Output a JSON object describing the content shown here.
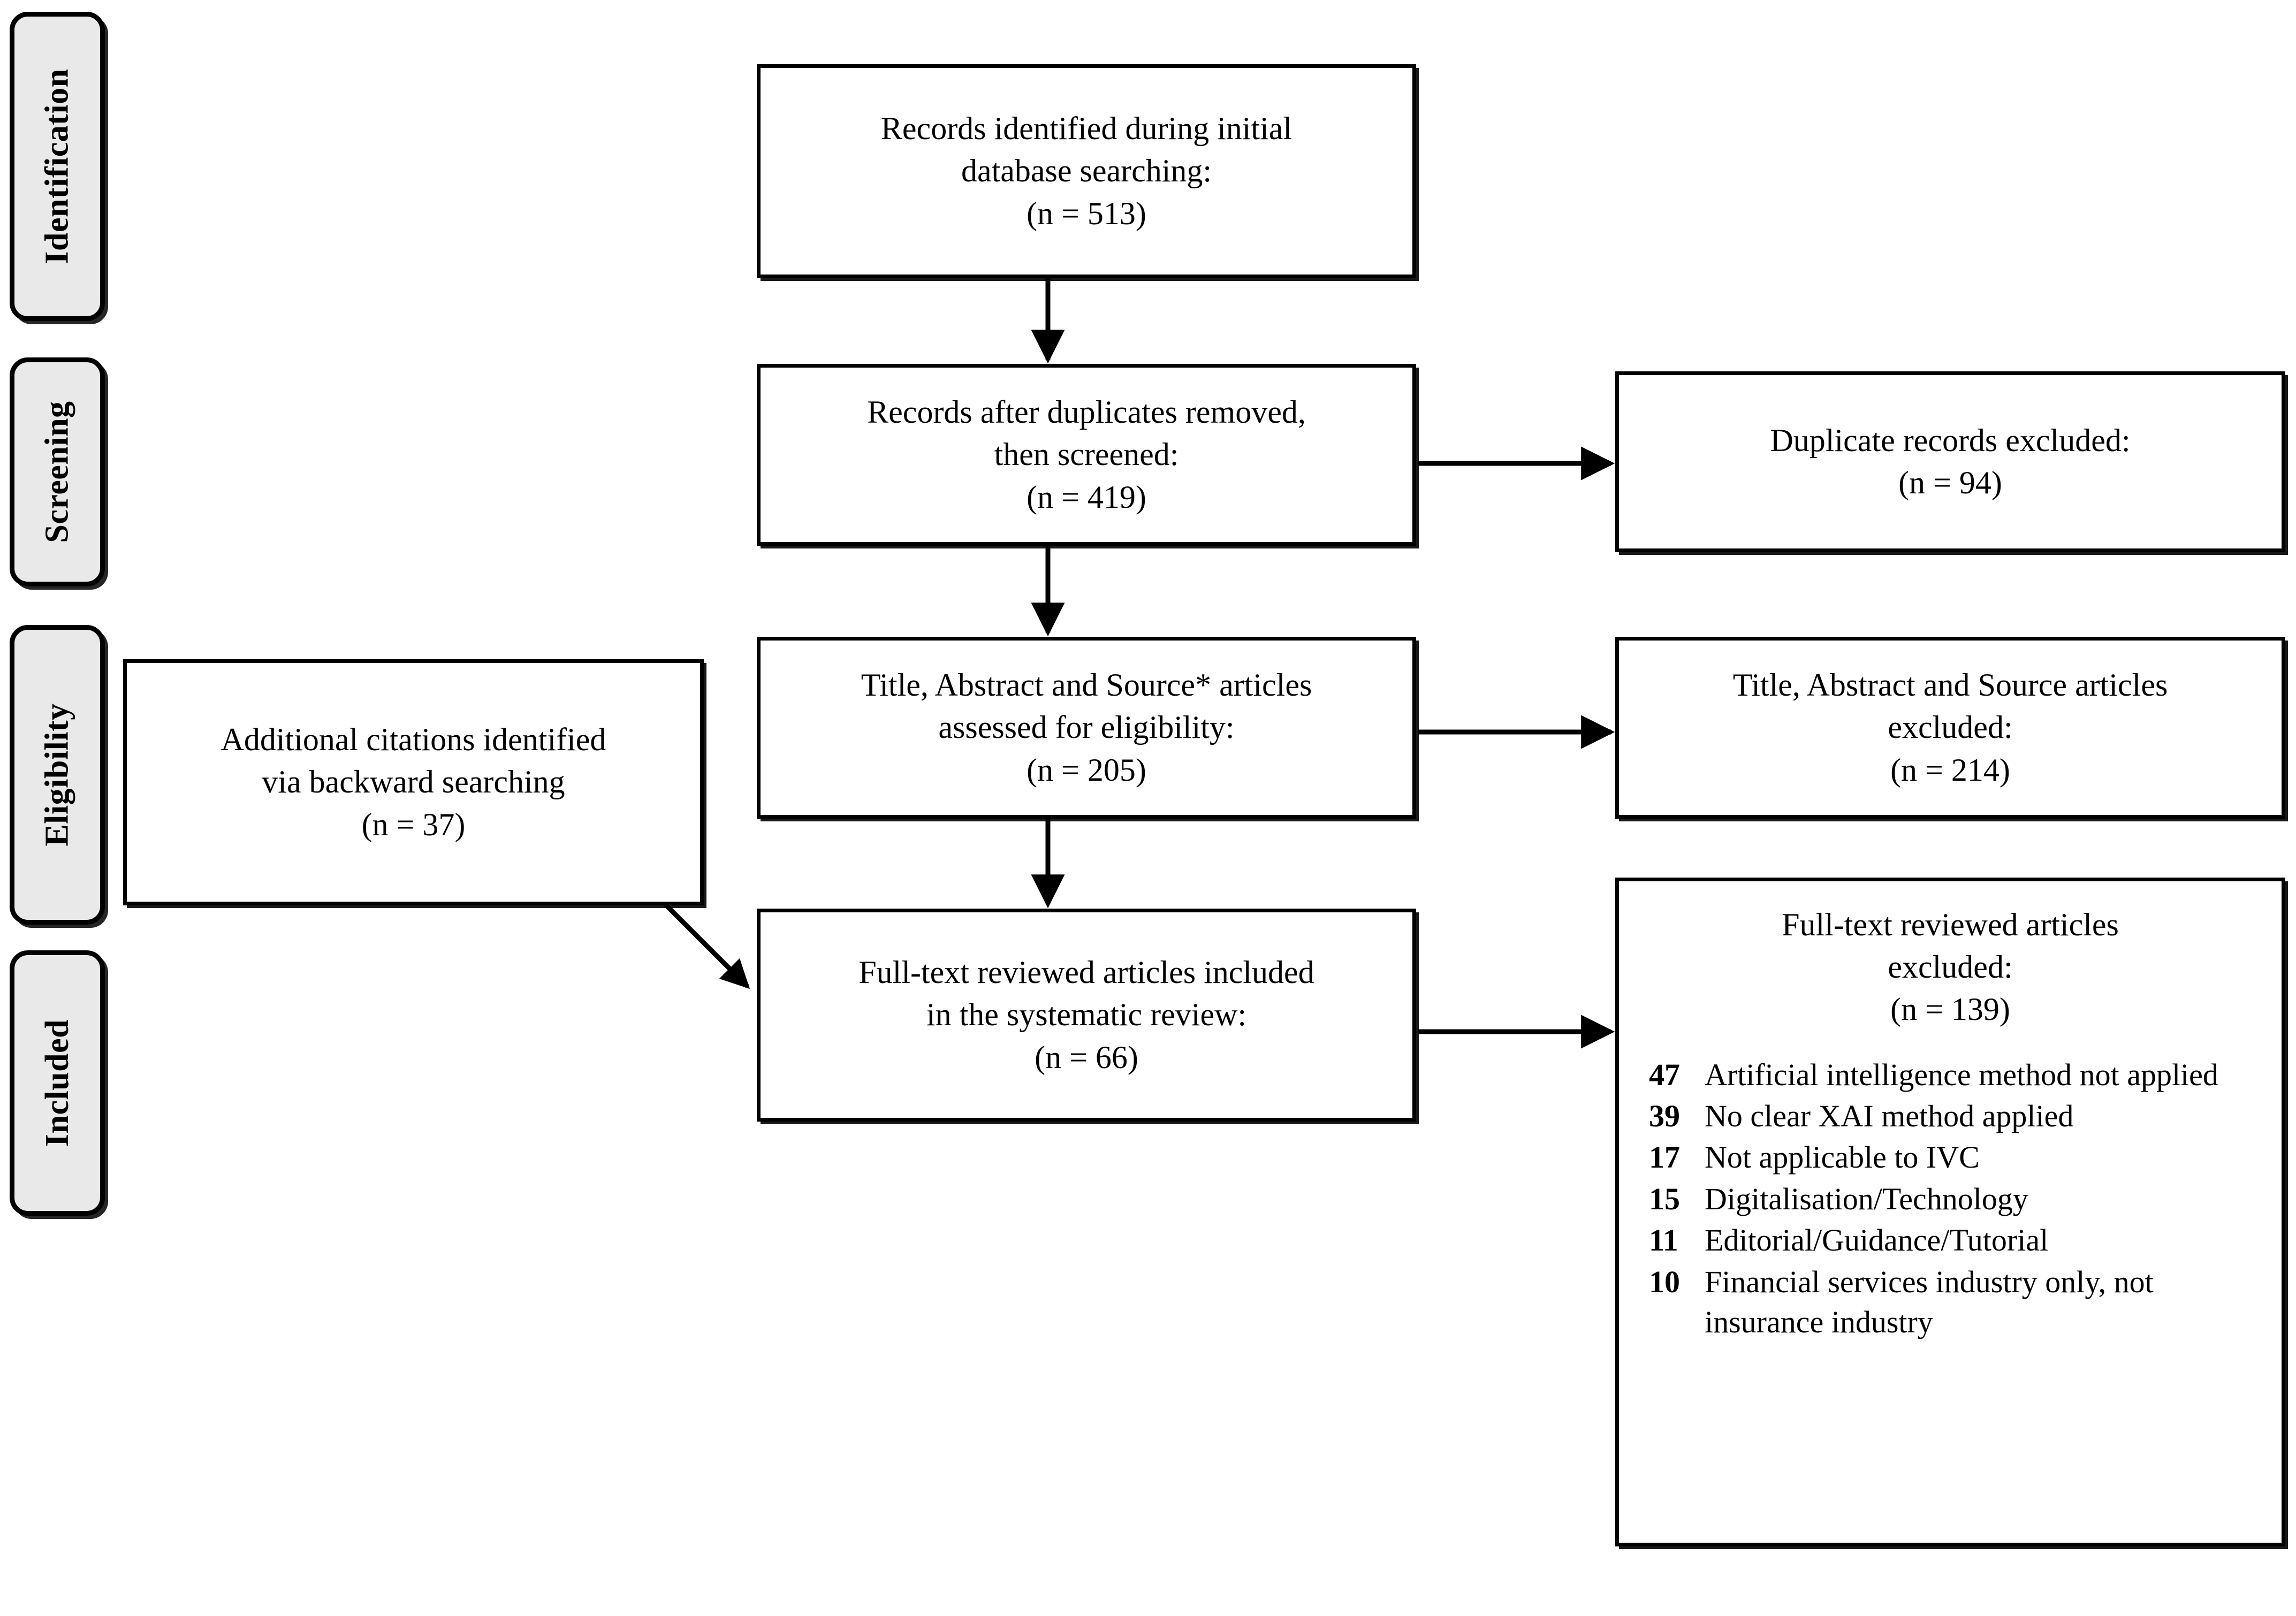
{
  "diagram": {
    "type": "prisma-flow-diagram",
    "stages": [
      {
        "id": "identification",
        "label": "Identification"
      },
      {
        "id": "screening",
        "label": "Screening"
      },
      {
        "id": "eligibility",
        "label": "Eligibility"
      },
      {
        "id": "included",
        "label": "Included"
      }
    ],
    "boxes": {
      "records_identified": {
        "lines": [
          "Records identified during initial",
          "database searching:",
          "(n = 513)"
        ],
        "n": 513
      },
      "records_after_duplicates": {
        "lines": [
          "Records after duplicates removed,",
          "then screened:",
          "(n = 419)"
        ],
        "n": 419
      },
      "duplicates_excluded": {
        "lines": [
          "Duplicate records excluded:",
          "(n = 94)"
        ],
        "n": 94
      },
      "additional_citations": {
        "lines": [
          "Additional citations identified",
          "via backward searching",
          "(n = 37)"
        ],
        "n": 37
      },
      "title_abstract_assessed": {
        "lines": [
          "Title, Abstract and Source* articles",
          "assessed for eligibility:",
          "(n = 205)"
        ],
        "n": 205
      },
      "title_abstract_excluded": {
        "lines": [
          "Title, Abstract and Source articles",
          "excluded:",
          "(n = 214)"
        ],
        "n": 214
      },
      "fulltext_included": {
        "lines": [
          "Full-text reviewed articles included",
          "in the systematic review:",
          "(n = 66)"
        ],
        "n": 66
      },
      "fulltext_excluded": {
        "lines": [
          "Full-text reviewed articles",
          "excluded:",
          "(n = 139)"
        ],
        "n": 139,
        "reasons": [
          {
            "count": "47",
            "text": "Artificial intelligence method not applied"
          },
          {
            "count": "39",
            "text": "No clear XAI method applied"
          },
          {
            "count": "17",
            "text": "Not applicable to IVC"
          },
          {
            "count": "15",
            "text": "Digitalisation/Technology"
          },
          {
            "count": "11",
            "text": "Editorial/Guidance/Tutorial"
          },
          {
            "count": "10",
            "text": "Financial services industry only, not insurance industry"
          }
        ]
      }
    },
    "colors": {
      "stage_fill": "#e9e9e9",
      "stroke": "#000000",
      "box_fill": "#ffffff",
      "text": "#000000"
    }
  }
}
